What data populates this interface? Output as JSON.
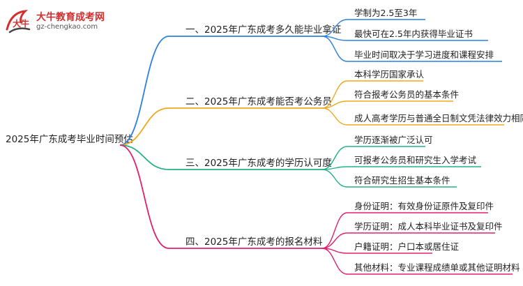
{
  "brand": {
    "title": "大牛教育成考网",
    "url": "gz-chengkao.com",
    "logo_glyph": "大牛",
    "logo_color": "#d32f2f"
  },
  "mindmap": {
    "root": "2025年广东成考毕业时间预估",
    "branches": [
      {
        "label": "一、2025年广东成考多久能毕业拿证",
        "color": "#2f7fe0",
        "leaves": [
          "学制为2.5至3年",
          "最快可在2.5年内获得毕业证书",
          "毕业时间取决于学习进度和课程安排"
        ]
      },
      {
        "label": "二、2025年广东成考能否考公务员",
        "color": "#f0a81c",
        "leaves": [
          "本科学历国家承认",
          "符合报考公务员的基本条件",
          "成人高考学历与普通全日制文凭法律效力相同"
        ]
      },
      {
        "label": "三、2025年广东成考的学历认可度",
        "color": "#23b088",
        "leaves": [
          "学历逐渐被广泛认可",
          "可报考公务员和研究生入学考试",
          "符合研究生招生基本条件"
        ]
      },
      {
        "label": "四、2025年广东成考的报名材料",
        "color": "#e0206e",
        "leaves": [
          "身份证明：有效身份证原件及复印件",
          "学历证明：成人本科毕业证书及复印件",
          "户籍证明：户口本或居住证",
          "其他材料：专业课程成绩单或其他证明材料"
        ]
      }
    ]
  }
}
